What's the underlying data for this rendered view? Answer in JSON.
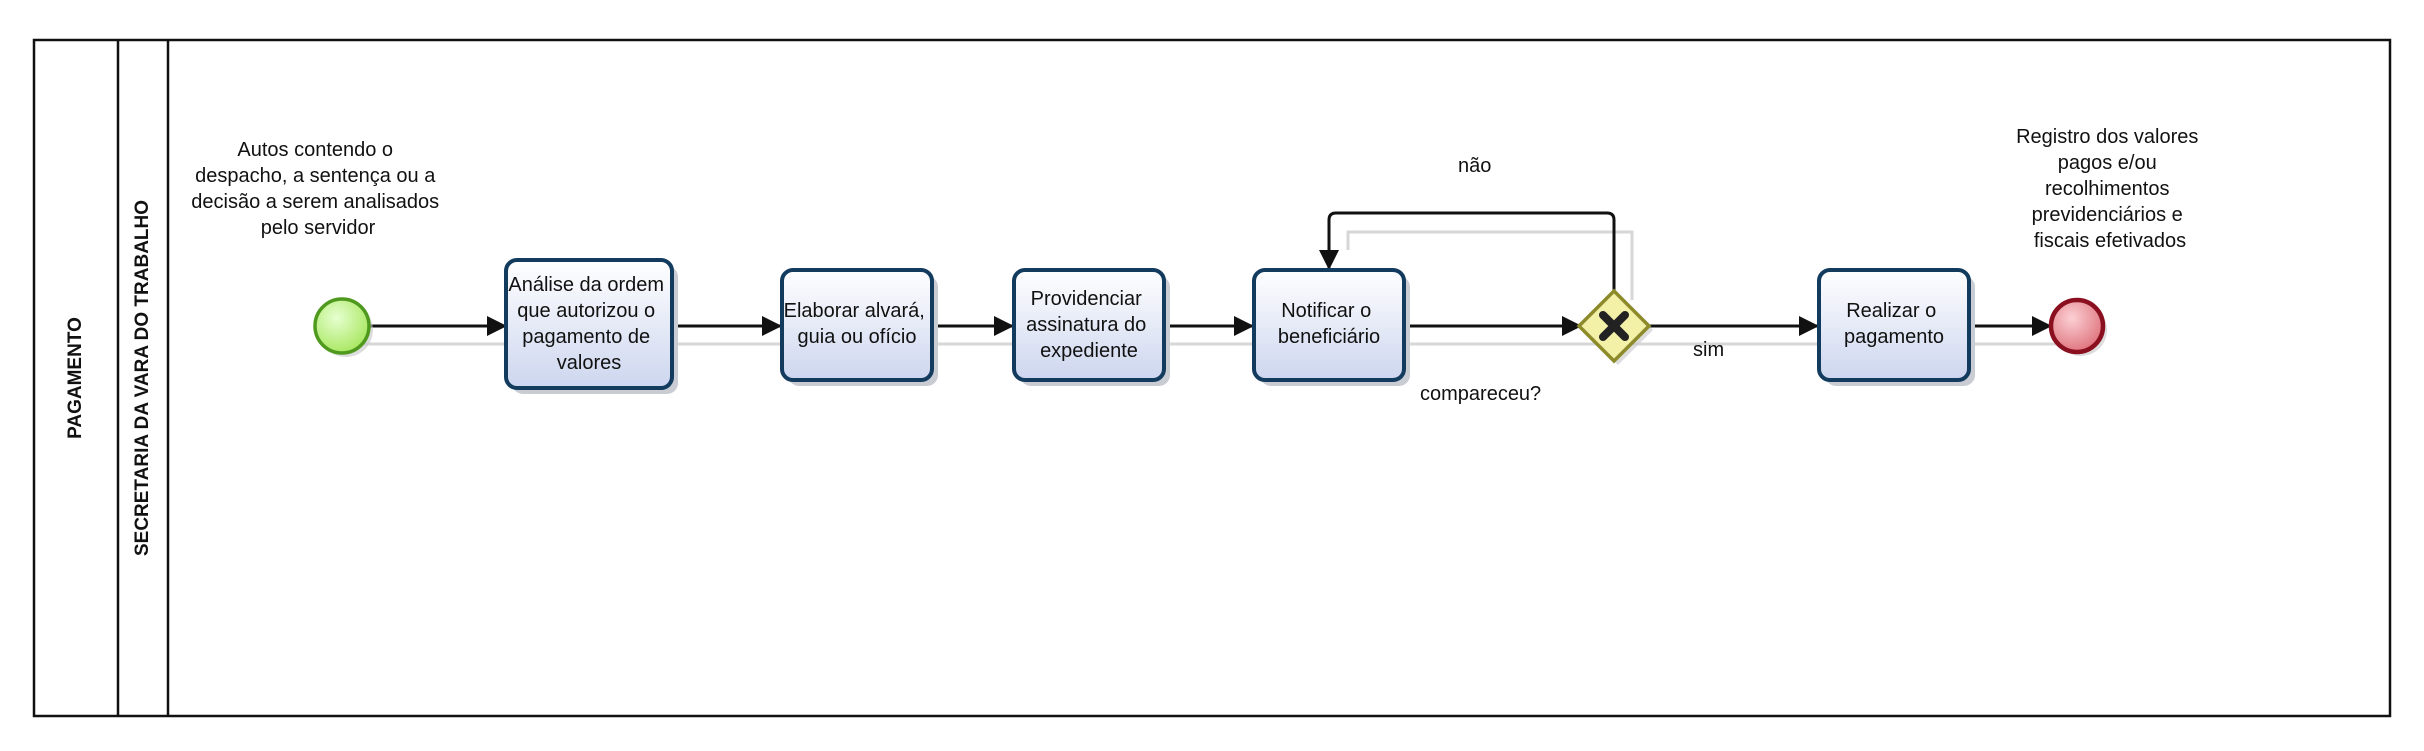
{
  "pool": {
    "label": "PAGAMENTO"
  },
  "lane": {
    "label": "SECRETARIA DA VARA DO TRABALHO"
  },
  "start_event": {
    "label_lines": [
      "Autos contendo o",
      "despacho, a sentença ou a",
      "decisão a serem analisados",
      "pelo servidor"
    ]
  },
  "tasks": [
    {
      "id": "analise",
      "lines": [
        "Análise da ordem",
        "que autorizou o",
        "pagamento de",
        "valores"
      ]
    },
    {
      "id": "elaborar",
      "lines": [
        "Elaborar alvará,",
        "guia ou ofício"
      ]
    },
    {
      "id": "providenciar",
      "lines": [
        "Providenciar",
        "assinatura do",
        "expediente"
      ]
    },
    {
      "id": "notificar",
      "lines": [
        "Notificar o",
        "beneficiário"
      ]
    },
    {
      "id": "realizar",
      "lines": [
        "Realizar o",
        "pagamento"
      ]
    }
  ],
  "gateway": {
    "question": "compareceu?",
    "yes_label": "sim",
    "no_label": "não"
  },
  "end_event": {
    "label_lines": [
      "Registro dos valores",
      "pagos e/ou",
      "recolhimentos",
      "previdenciários e",
      "fiscais efetivados"
    ]
  },
  "colors": {
    "start_fill": "#b9f07a",
    "start_stroke": "#4f9a1e",
    "end_fill": "#e8888f",
    "end_stroke": "#8a1020",
    "task_stroke": "#123b5e",
    "gateway_fill": "#f3f0a8",
    "gateway_stroke": "#8c8a2a"
  }
}
